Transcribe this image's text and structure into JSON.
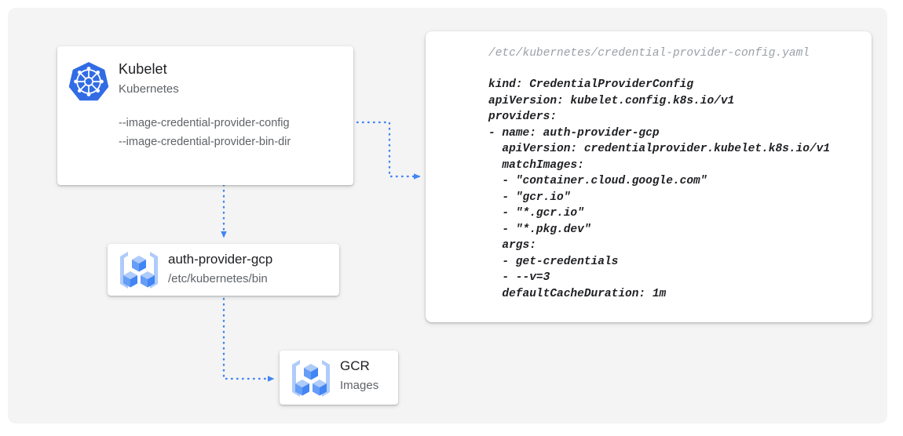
{
  "theme": {
    "canvas_bg": "#f4f4f4",
    "page_bg": "#ffffff",
    "card_bg": "#ffffff",
    "accent_blue": "#4285f4",
    "k8s_blue": "#326ce5",
    "text_primary": "#202124",
    "text_secondary": "#5f6368",
    "text_muted": "#9aa0a6",
    "arrow_color": "#4285f4"
  },
  "nodes": {
    "kubelet": {
      "icon": "kubernetes-logo-icon",
      "title": "Kubelet",
      "subtitle": "Kubernetes",
      "flags": [
        "--image-credential-provider-config",
        "--image-credential-provider-bin-dir"
      ]
    },
    "auth_provider": {
      "icon": "gcp-container-registry-icon",
      "title": "auth-provider-gcp",
      "subtitle": "/etc/kubernetes/bin"
    },
    "gcr": {
      "icon": "gcp-container-registry-icon",
      "title": "GCR",
      "subtitle": "Images"
    }
  },
  "yaml_panel": {
    "path": "/etc/kubernetes/credential-provider-config.yaml",
    "lines": [
      "kind: CredentialProviderConfig",
      "apiVersion: kubelet.config.k8s.io/v1",
      "providers:",
      "- name: auth-provider-gcp",
      "  apiVersion: credentialprovider.kubelet.k8s.io/v1",
      "  matchImages:",
      "  - \"container.cloud.google.com\"",
      "  - \"gcr.io\"",
      "  - \"*.gcr.io\"",
      "  - \"*.pkg.dev\"",
      "  args:",
      "  - get-credentials",
      "  - --v=3",
      "  defaultCacheDuration: 1m"
    ]
  },
  "connectors": [
    {
      "name": "kubelet-config-to-yaml",
      "from": "kubelet-flags",
      "to": "yaml-panel",
      "style": "dotted",
      "arrowhead": "end"
    },
    {
      "name": "kubelet-to-auth-provider",
      "from": "kubelet",
      "to": "auth-provider",
      "style": "dotted",
      "arrowhead": "end"
    },
    {
      "name": "auth-provider-to-gcr",
      "from": "auth-provider",
      "to": "gcr",
      "style": "dotted",
      "arrowhead": "end"
    }
  ]
}
